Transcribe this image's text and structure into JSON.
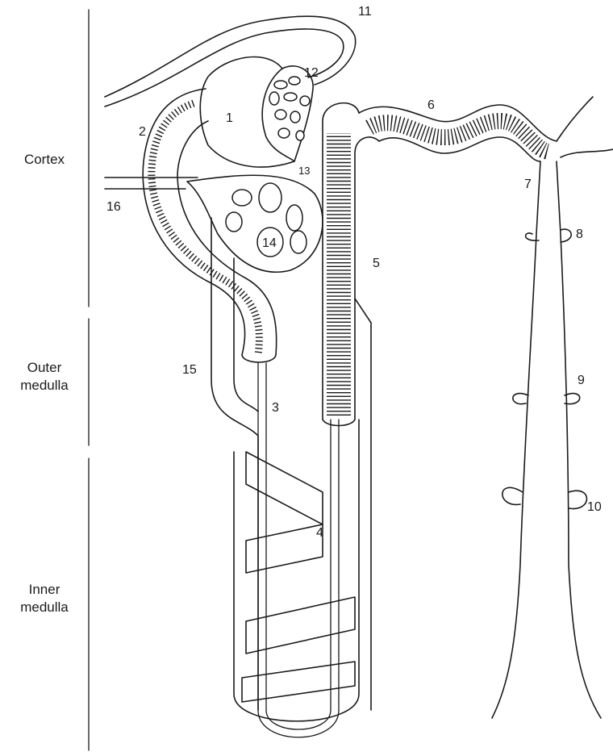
{
  "zones": {
    "cortex": "Cortex",
    "outer_line1": "Outer",
    "outer_line2": "medulla",
    "inner_line1": "Inner",
    "inner_line2": "medulla"
  },
  "labels": {
    "n1": "1",
    "n2": "2",
    "n3": "3",
    "n4": "4",
    "n5": "5",
    "n6": "6",
    "n7": "7",
    "n8": "8",
    "n9": "9",
    "n10": "10",
    "n11": "11",
    "n12": "12",
    "n13": "13",
    "n14": "14",
    "n15": "15",
    "n16": "16"
  }
}
